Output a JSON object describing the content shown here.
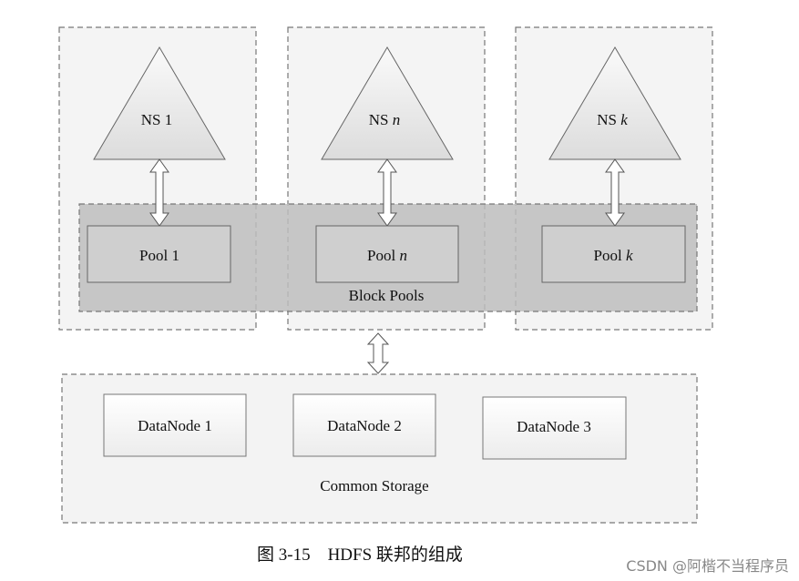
{
  "namespaces": [
    {
      "label": "NS",
      "index": "1",
      "index_italic": false
    },
    {
      "label": "NS",
      "index": "n",
      "index_italic": true
    },
    {
      "label": "NS",
      "index": "k",
      "index_italic": true
    }
  ],
  "pools": [
    {
      "label": "Pool",
      "index": "1",
      "index_italic": false
    },
    {
      "label": "Pool",
      "index": "n",
      "index_italic": true
    },
    {
      "label": "Pool",
      "index": "k",
      "index_italic": true
    }
  ],
  "block_pools_label": "Block Pools",
  "datanodes": [
    "DataNode 1",
    "DataNode 2",
    "DataNode 3"
  ],
  "common_storage_label": "Common Storage",
  "caption": "图 3-15    HDFS 联邦的组成",
  "watermark": "CSDN @阿楷不当程序员",
  "colors": {
    "stroke": "#777777",
    "triangle_fill": "#e4e4e4",
    "pool_fill": "#cccccc",
    "block_pools_fill": "#bcbcbc",
    "panel_fill": "#f3f3f3",
    "node_fill": "#f7f7f7"
  }
}
